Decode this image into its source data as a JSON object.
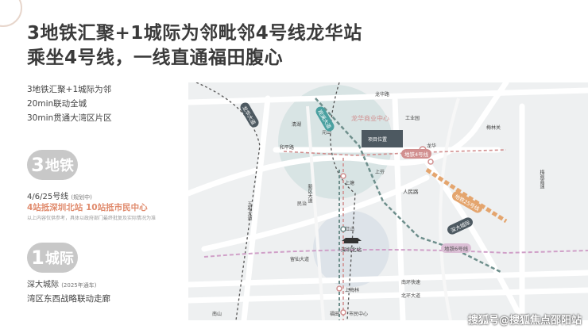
{
  "header": {
    "line1": "3地铁汇聚+1城际为邻毗邻4号线龙华站",
    "line2": "乘坐4号线，一线直通福田腹心"
  },
  "intro": {
    "line1": "3地铁汇聚+1城际为邻",
    "line2": "20min联动全城",
    "line3": "30min贯通大湾区片区"
  },
  "metro": {
    "badge_num": "3",
    "badge_text": "地铁",
    "lines": "4/6/25号线",
    "lines_note": "(规划中)",
    "highlight": "4站抵深圳北站  10站抵市民中心",
    "fine_print": "以上内容仅供参考，具体以政府部门最终批复及实际情况为准"
  },
  "intercity": {
    "badge_num": "1",
    "badge_text": "城际",
    "name": "深大城际",
    "note": "(2025年通车)",
    "corridor": "湾区东西战略联动走廊"
  },
  "map": {
    "labels": {
      "longhua_business": "龙华商业中心",
      "longhua_station": "龙华",
      "longhua_road": "龙华路",
      "heping_road": "和平路",
      "qinghu": "清湖",
      "yuanshan": "元山",
      "gongye": "工业园",
      "renmin_road": "人民路",
      "shangtang": "上塘",
      "hongshan": "红山",
      "shangfen": "上芬",
      "shenzhen_north": "深圳北站",
      "baishi_road": "留仙大道",
      "nanhuan": "南环快速",
      "beihuan": "北环大道",
      "minzhi": "民治",
      "shangmeilin": "上梅林",
      "shimin": "市民中心",
      "futian": "福田",
      "nanshan": "南山",
      "meiguan": "梅观高速",
      "xinqu": "新区大道",
      "metro4": "地铁4号线",
      "metro6": "地铁6号线",
      "metro25": "地铁25号线",
      "intercity_line": "深大城际",
      "project": "项目位置",
      "longhua_left": "龙华大道",
      "guanlan": "观澜大道",
      "wujiao": "五和大道",
      "xidong": "梅林关"
    }
  },
  "watermark": "搜狐号@搜狐焦点邵阳站",
  "colors": {
    "metro4": "#4aa0a0",
    "metro6": "#d18f8f",
    "metro25": "#6a8b62",
    "intercity": "#d0a0c8",
    "highlight": "#e08a6c"
  }
}
